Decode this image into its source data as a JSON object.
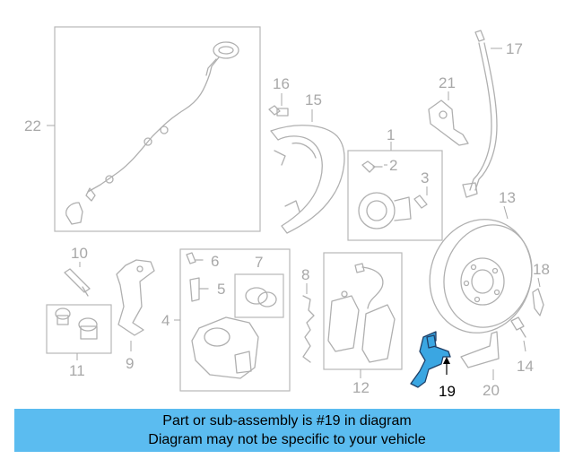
{
  "diagram": {
    "callouts": [
      "1",
      "2",
      "3",
      "4",
      "5",
      "6",
      "7",
      "8",
      "9",
      "10",
      "11",
      "12",
      "13",
      "14",
      "15",
      "16",
      "17",
      "18",
      "19",
      "20",
      "21",
      "22"
    ],
    "highlighted_part": "19",
    "highlight_color": "#3aa6e2"
  },
  "banner": {
    "line1": "Part or sub-assembly is #19 in diagram",
    "line2": "Diagram may not be specific to your vehicle",
    "background": "#5bbcf0"
  }
}
